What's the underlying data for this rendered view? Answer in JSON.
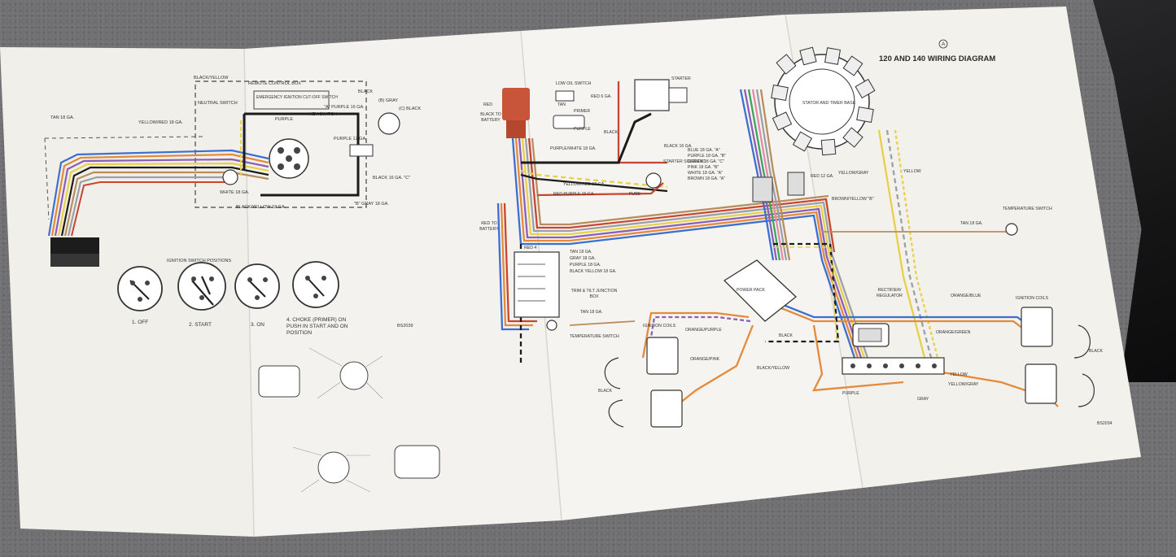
{
  "diagram": {
    "circle_badge": "A",
    "title": "120 AND 140 WIRING DIAGRAM",
    "left_panel": {
      "labels": {
        "black_yellow": "BLACK/YELLOW",
        "remote_control_box": "REMOTE CONTROL BOX",
        "emergency_cutoff": "EMERGENCY IGNITION CUT-OFF SWITCH",
        "neutral_switch": "NEUTRAL SWITCH",
        "tan_18": "TAN 18 GA.",
        "yellow_red_18": "YELLOW/RED 18 GA.",
        "purple": "PURPLE",
        "key_switch": "KEY SWITCH",
        "black": "BLACK",
        "a_purple": "\"A\" PURPLE 16 GA.",
        "b_gray": "(B) GRAY",
        "c_black": "(C) BLACK",
        "purple_12": "PURPLE 12 GA.",
        "black_16_c": "BLACK 16 GA. \"C\"",
        "white_18": "WHITE 18 GA.",
        "black_yellow_18": "BLACK/YELLOW 18 GA.",
        "b_gray_18": "\"B\" GRAY 18 GA.",
        "ignition_positions": "IGNITION SWITCH POSITIONS"
      },
      "positions": [
        "1. OFF",
        "2. START",
        "3. ON",
        "4. CHOKE (PRIMER) ON PUSH IN START AND ON POSITION"
      ],
      "part_no": "BS2039"
    },
    "right_panel": {
      "labels": {
        "low_oil": "LOW OIL SWITCH",
        "starter": "STARTER",
        "red": "RED",
        "tan": "TAN",
        "primer": "PRIMER",
        "red_6": "RED 6 GA.",
        "black_to_battery": "BLACK TO BATTERY",
        "purple": "PURPLE",
        "black": "BLACK",
        "purple_white_18": "PURPLE/WHITE 18 GA.",
        "black_16": "BLACK 16 GA.",
        "blue_18_a": "BLUE 18 GA. \"A\"",
        "purple_18_b": "PURPLE 18 GA. \"B\"",
        "green_18_c": "GREEN 18 GA. \"C\"",
        "pink_18_b": "PINK 18 GA. \"B\"",
        "white_18_a": "WHITE 18 GA. \"A\"",
        "brown_18_a": "BROWN 18 GA. \"A\"",
        "starter_solenoid": "STARTER SOLENOID",
        "stator": "STATOR AND TIMER BASE",
        "yellow_gray": "YELLOW/GRAY",
        "yellow": "YELLOW",
        "yellow_red_18": "YELLOW/RED 18 GA.",
        "red_purple_16": "RED PURPLE 16 GA.",
        "fuse": "FUSE",
        "red_12": "RED 12 GA.",
        "brown_yellow_b": "BROWN/YELLOW \"B\"",
        "temperature_switch": "TEMPERATURE SWITCH",
        "tan_18": "TAN 18 GA.",
        "red_to_battery": "RED TO BATTERY",
        "red_4": "RED 4",
        "gray_18": "GRAY 18 GA.",
        "purple_18": "PURPLE 18 GA.",
        "black_yellow_18": "BLACK YELLOW 18 GA.",
        "trim_tilt": "TRIM & TILT JUNCTION BOX",
        "power_pack": "POWER PACK",
        "rectifier": "RECTIFIER/ REGULATOR",
        "orange_blue": "ORANGE/BLUE",
        "ignition_coils": "IGNITION COILS",
        "orange_purple": "ORANGE/PURPLE",
        "orange_green": "ORANGE/GREEN",
        "orange_pink": "ORANGE/PINK",
        "black_yellow": "BLACK/YELLOW",
        "gray": "GRAY",
        "yellow_gray2": "YELLOW/GRAY"
      },
      "part_no": "BS2034"
    }
  },
  "colors": {
    "paper": "#f3f2ee",
    "carpet": "#707072",
    "wire_blue": "#3b6fd1",
    "wire_orange": "#e58a3b",
    "wire_yellow": "#e8d04a",
    "wire_purple": "#8a5fb8",
    "wire_red": "#c8452f",
    "wire_black": "#1c1c1c",
    "wire_tan": "#b98e5f",
    "wire_green": "#3fa35b",
    "wire_pink": "#e48aa8",
    "wire_gray": "#9aa0a6",
    "connector_red": "#c8553a"
  }
}
